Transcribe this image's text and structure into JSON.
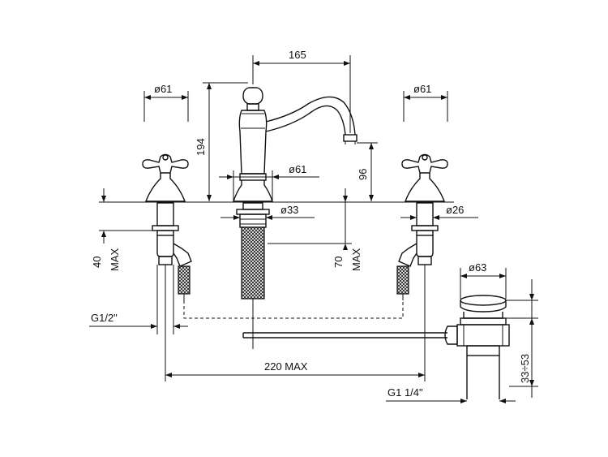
{
  "diagram": {
    "dimensions": {
      "spout_reach": "165",
      "handle_left_dia": "ø61",
      "handle_right_dia": "ø61",
      "spout_height": "194",
      "outlet_height": "96",
      "spout_base_dia": "ø61",
      "shank_dia": "ø33",
      "valve_shank_dia": "ø26",
      "left_depth": "40",
      "left_depth_note": "MAX",
      "center_depth": "70",
      "center_depth_note": "MAX",
      "inlet_thread": "G1/2\"",
      "spread": "220 MAX",
      "drain_dia": "ø63",
      "drain_range": "33÷53",
      "drain_thread": "G1 1/4\""
    }
  }
}
